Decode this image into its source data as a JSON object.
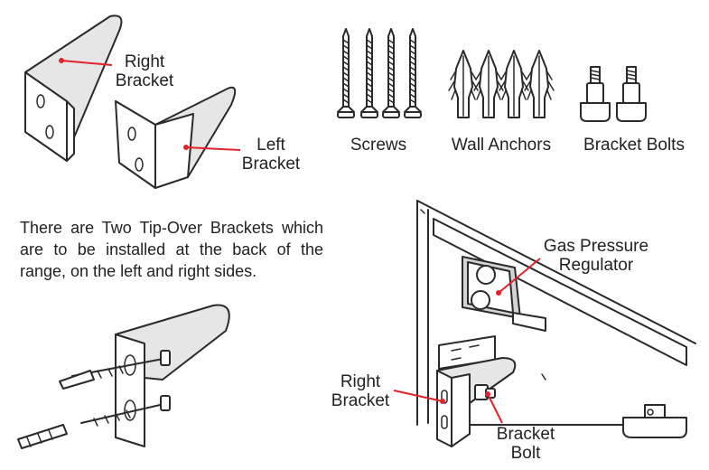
{
  "labels": {
    "right_bracket_top": [
      "Right",
      "Bracket"
    ],
    "left_bracket_top": [
      "Left",
      "Bracket"
    ],
    "screws": "Screws",
    "wall_anchors": "Wall Anchors",
    "bracket_bolts": "Bracket Bolts",
    "gas_regulator": [
      "Gas Pressure",
      "Regulator"
    ],
    "right_bracket_bottom": [
      "Right",
      "Bracket"
    ],
    "bracket_bolt": [
      "Bracket",
      "Bolt"
    ]
  },
  "description": "There are Two Tip-Over Brackets which are to be installed at the back of the range, on the left and right sides.",
  "colors": {
    "callout": "#e1242c",
    "ink": "#2a2a2a"
  }
}
